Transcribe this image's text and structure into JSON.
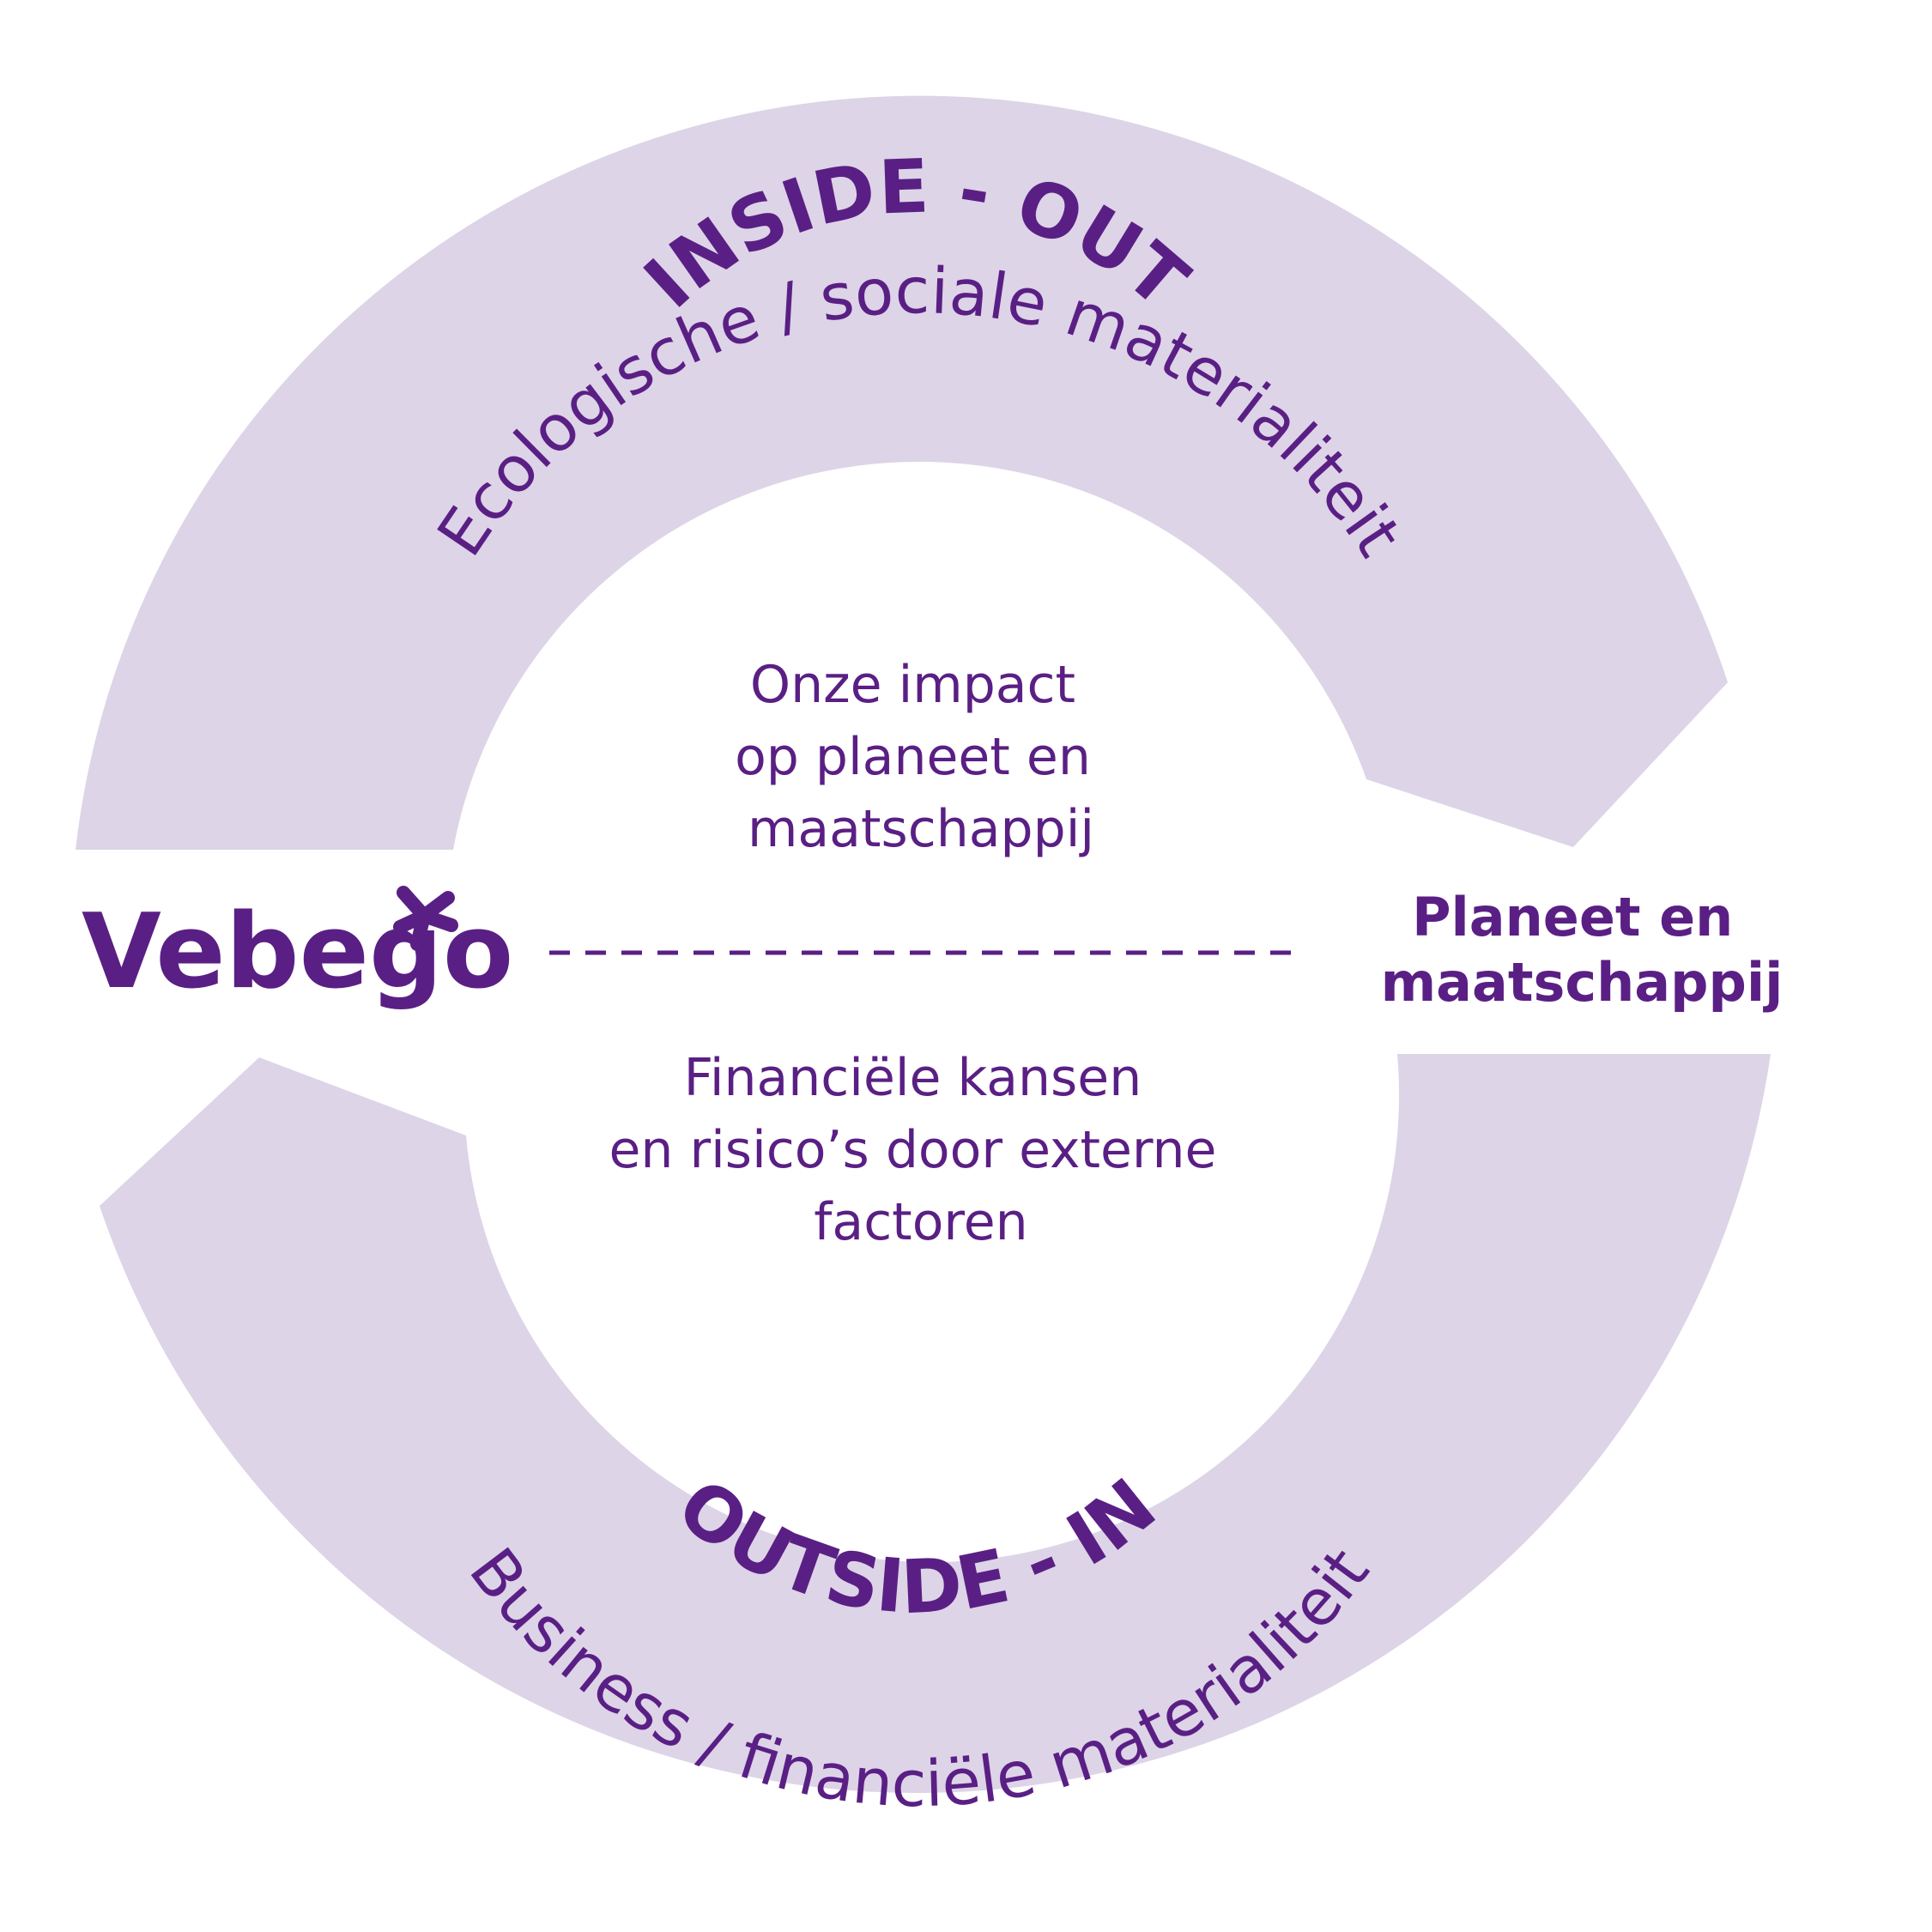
{
  "colors": {
    "band": "#ddd4e7",
    "text": "#5a1f84",
    "background": "#ffffff"
  },
  "logo": {
    "word": "Vebego",
    "mark": "asterisk-logo-icon"
  },
  "top_arc": {
    "title": "INSIDE - OUT",
    "subtitle": "Ecologische / sociale materialiteit"
  },
  "bottom_arc": {
    "title": "OUTSIDE - IN",
    "subtitle": "Business / financiële materialiteit"
  },
  "center": {
    "upper_lines": [
      "Onze impact",
      "op planeet en",
      "maatschappij"
    ],
    "lower_lines": [
      "Financiële kansen",
      "en risico’s door externe",
      "factoren"
    ]
  },
  "right_label": {
    "lines": [
      "Planeet en",
      "maatschappij"
    ]
  }
}
